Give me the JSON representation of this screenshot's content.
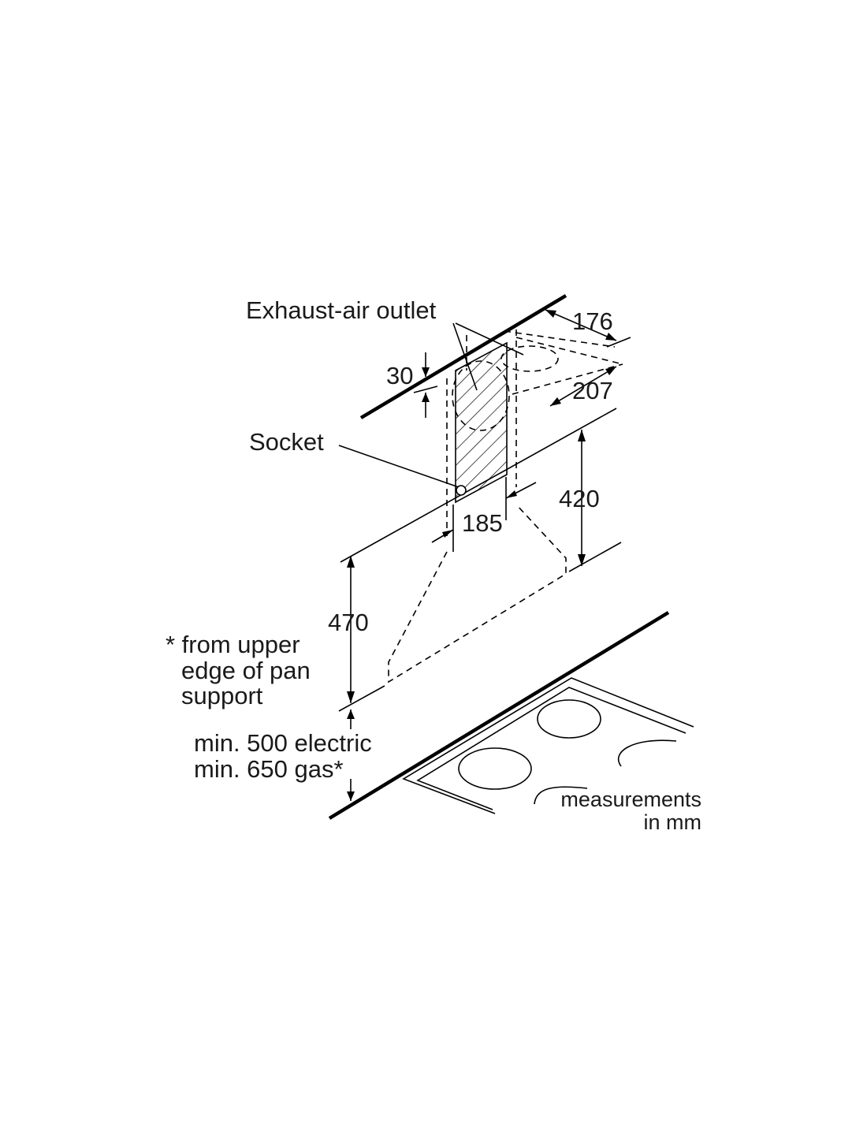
{
  "labels": {
    "exhaust_air_outlet": "Exhaust-air outlet",
    "socket": "Socket",
    "footnote": [
      "* from upper",
      "edge of pan",
      "support"
    ],
    "min_clearance": [
      "min. 500 electric",
      "min. 650 gas*"
    ],
    "units_note": [
      "measurements",
      "in mm"
    ]
  },
  "dimensions": {
    "outlet_offset": "30",
    "duct_depth": "176",
    "duct_width": "207",
    "zone_width": "185",
    "socket_zone_height": "420",
    "hood_height": "470"
  },
  "colors": {
    "line": "#000000",
    "text": "#1a1a1a",
    "background": "#ffffff"
  }
}
